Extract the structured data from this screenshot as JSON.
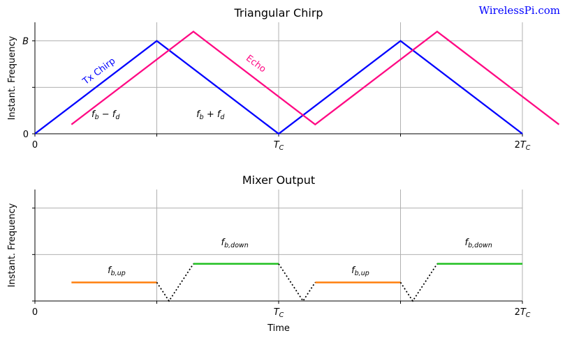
{
  "watermark": "WirelessPi.com",
  "chart_data": [
    {
      "type": "line",
      "title": "Triangular Chirp",
      "xlabel": "",
      "ylabel": "Instant. Frequency",
      "xlim": [
        0,
        2
      ],
      "ylim": [
        0,
        1.2
      ],
      "grid": true,
      "x_ticks": [
        {
          "value": 0,
          "label": "0"
        },
        {
          "value": 1,
          "label": "T",
          "sub": "C"
        },
        {
          "value": 2,
          "label": "2T",
          "sub": "C"
        }
      ],
      "x_minor_ticks": [
        0.5,
        1.5
      ],
      "y_ticks": [
        {
          "value": 0,
          "label": "0"
        },
        {
          "value": 0.5,
          "label": ""
        },
        {
          "value": 1,
          "label": "B"
        }
      ],
      "series": [
        {
          "name": "Tx Chirp",
          "color": "#0000ff",
          "points": [
            [
              0,
              0
            ],
            [
              0.5,
              1
            ],
            [
              1,
              0
            ],
            [
              1.5,
              1
            ],
            [
              2,
              0
            ]
          ]
        },
        {
          "name": "Echo",
          "color": "#ff0a84",
          "points": [
            [
              0.15,
              0.1
            ],
            [
              0.65,
              1.1
            ],
            [
              1.15,
              0.1
            ],
            [
              1.65,
              1.1
            ],
            [
              2.15,
              0.1
            ]
          ]
        }
      ],
      "annotations": [
        {
          "text": "f",
          "sub": "b",
          "rest": " − f",
          "sub2": "d",
          "x": 0.29,
          "y": 0.18
        },
        {
          "text": "f",
          "sub": "b",
          "rest": " + f",
          "sub2": "d",
          "x": 0.72,
          "y": 0.18
        }
      ]
    },
    {
      "type": "line",
      "title": "Mixer Output",
      "xlabel": "Time",
      "ylabel": "Instant. Frequency",
      "xlim": [
        0,
        2
      ],
      "ylim": [
        0,
        1.2
      ],
      "grid": true,
      "x_ticks": [
        {
          "value": 0,
          "label": "0"
        },
        {
          "value": 1,
          "label": "T",
          "sub": "C"
        },
        {
          "value": 2,
          "label": "2T",
          "sub": "C"
        }
      ],
      "x_minor_ticks": [
        0.5,
        1.5
      ],
      "y_ticks": [
        {
          "value": 0,
          "label": ""
        },
        {
          "value": 0.5,
          "label": ""
        },
        {
          "value": 1,
          "label": ""
        }
      ],
      "segments": [
        {
          "kind": "up",
          "color": "#ff7f0e",
          "x": [
            0.15,
            0.5
          ],
          "y": 0.2
        },
        {
          "kind": "down",
          "color": "#1fbf1f",
          "x": [
            0.65,
            1.0
          ],
          "y": 0.4
        },
        {
          "kind": "up",
          "color": "#ff7f0e",
          "x": [
            1.15,
            1.5
          ],
          "y": 0.2
        },
        {
          "kind": "down",
          "color": "#1fbf1f",
          "x": [
            1.65,
            2.0
          ],
          "y": 0.4
        }
      ],
      "transitions": [
        [
          [
            0.5,
            0.2
          ],
          [
            0.55,
            0
          ],
          [
            0.65,
            0.4
          ]
        ],
        [
          [
            1.0,
            0.4
          ],
          [
            1.1,
            0
          ],
          [
            1.15,
            0.2
          ]
        ],
        [
          [
            1.5,
            0.2
          ],
          [
            1.55,
            0
          ],
          [
            1.65,
            0.4
          ]
        ]
      ],
      "annotations": [
        {
          "text": "f",
          "sub": "b,up",
          "x": 0.335,
          "y": 0.3
        },
        {
          "text": "f",
          "sub": "b,down",
          "x": 0.82,
          "y": 0.6
        },
        {
          "text": "f",
          "sub": "b,up",
          "x": 1.335,
          "y": 0.3
        },
        {
          "text": "f",
          "sub": "b,down",
          "x": 1.82,
          "y": 0.6
        }
      ]
    }
  ]
}
